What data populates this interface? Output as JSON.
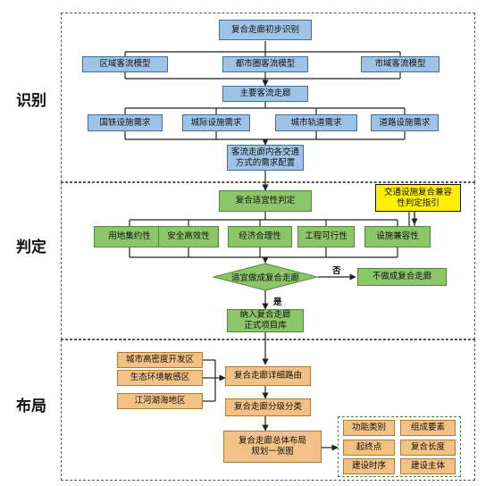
{
  "sections": {
    "identify": "识别",
    "judge": "判定",
    "layout": "布局"
  },
  "identify": {
    "top": "复合走廊初步识别",
    "models": [
      "区域客流模型",
      "都市圈客流模型",
      "市域客流模型"
    ],
    "main_corridor": "主要客流走廊",
    "demands": [
      "国铁设施需求",
      "城际设施需求",
      "城市轨道需求",
      "道路设施需求"
    ],
    "config_line1": "客流走廊内各交通",
    "config_line2": "方式的需求配置"
  },
  "judge": {
    "suitability": "复合适宜性判定",
    "guide_line1": "交通设施复合兼容",
    "guide_line2": "性判定指引",
    "criteria": [
      "用地集约性",
      "安全高效性",
      "经济合理性",
      "工程可行性",
      "设施兼容性"
    ],
    "decision": "适宜做成复合走廊",
    "no_label": "否",
    "yes_label": "是",
    "reject": "不做成复合走廊",
    "include_line1": "纳入复合走廊",
    "include_line2": "正式项目库"
  },
  "layout": {
    "zones": [
      "城市高密度开发区",
      "生态环境敏感区",
      "江河湖海地区"
    ],
    "routing": "复合走廊详细路由",
    "classification": "复合走廊分级分类",
    "plan_line1": "复合走廊总体布局",
    "plan_line2": "规划一张图",
    "attributes": [
      "功能类别",
      "组成要素",
      "起终点",
      "复合长度",
      "建设时序",
      "建设主体"
    ]
  }
}
